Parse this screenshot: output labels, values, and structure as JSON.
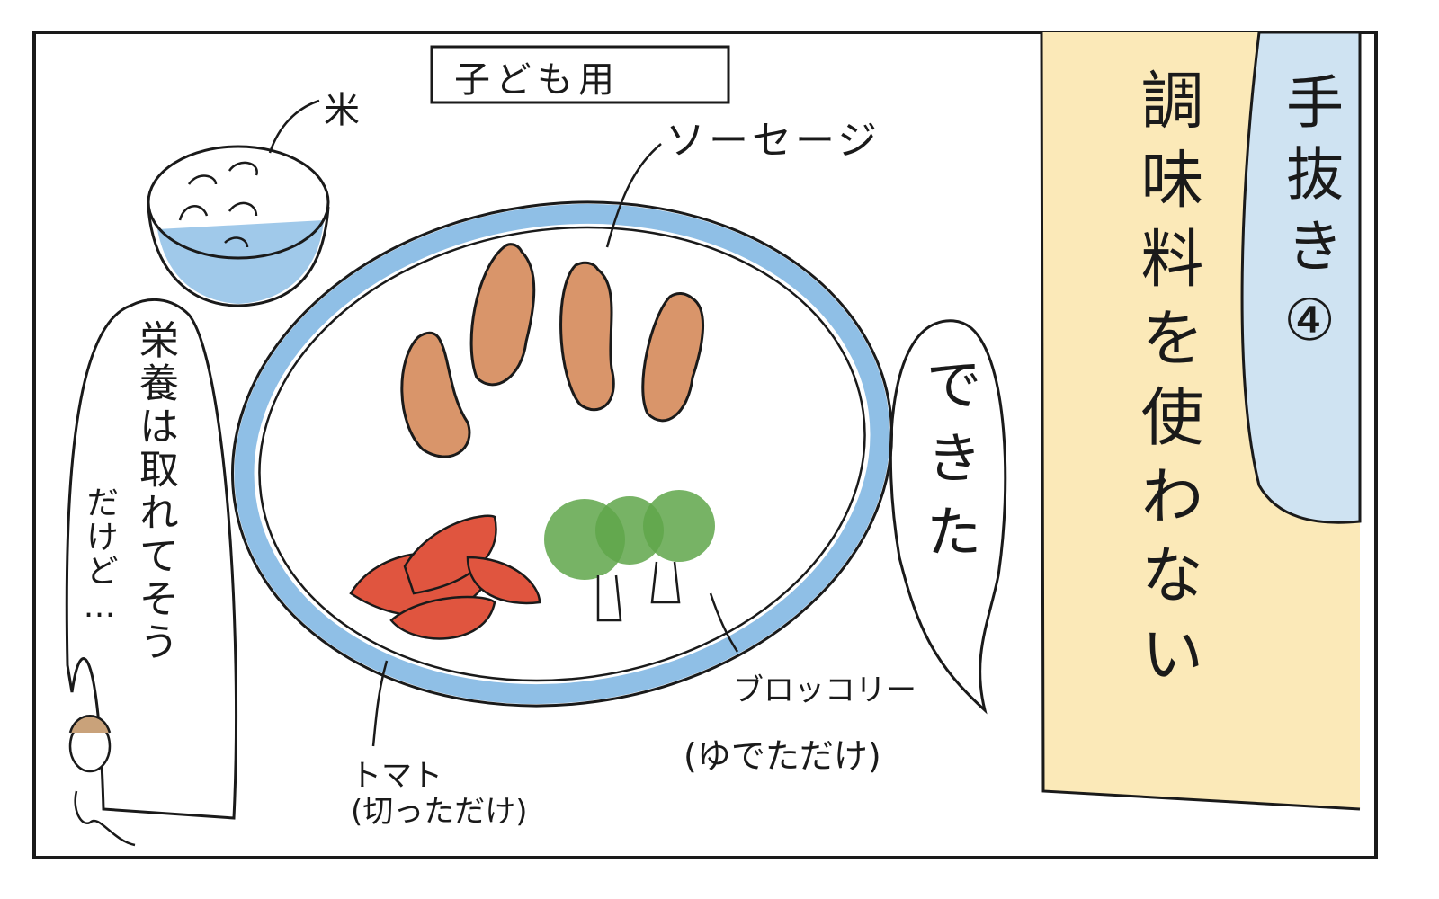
{
  "panel": {
    "label_box": "子ども用",
    "rice_label": "米",
    "sausage_label": "ソーセージ",
    "tomato_label": "トマト",
    "tomato_note": "(切っただけ)",
    "broccoli_label": "ブロッコリー",
    "broccoli_note": "(ゆでただけ)",
    "speech_left_line1": "栄養は取れてそう",
    "speech_left_line2": "だけど…",
    "speech_right": "できた",
    "title_tip": "手抜き④",
    "title_main": "調味料を使わない"
  },
  "colors": {
    "plate_blue": "#8fbfe6",
    "sausage": "#d9956a",
    "tomato": "#e0553f",
    "broccoli": "#5fa64a",
    "yellow_panel": "#fbe9b8",
    "blue_panel": "#cfe3f2"
  }
}
